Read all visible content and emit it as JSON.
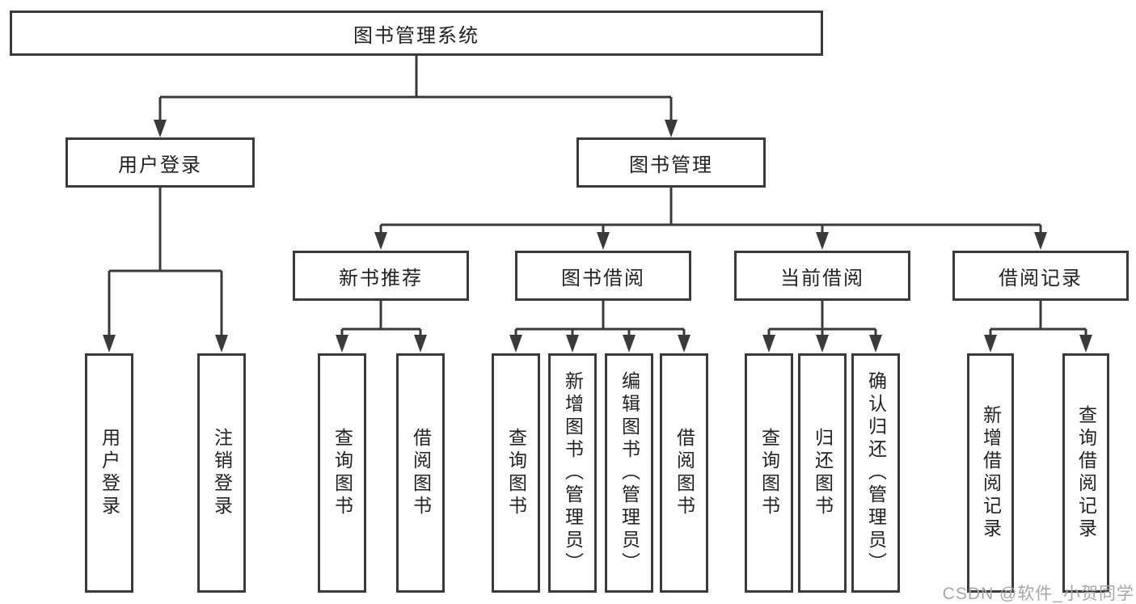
{
  "title": "图书管理系统",
  "level2": {
    "user_login": "用户登录",
    "book_management": "图书管理"
  },
  "level3": {
    "new_book_recommend": "新书推荐",
    "book_borrow": "图书借阅",
    "current_borrow": "当前借阅",
    "borrow_record": "借阅记录"
  },
  "leaves": {
    "user_login_children": [
      "用户登录",
      "注销登录"
    ],
    "new_book_children": [
      "查询图书",
      "借阅图书"
    ],
    "book_borrow_children": [
      "查询图书",
      "新增图书（管理员）",
      "编辑图书（管理员）",
      "借阅图书"
    ],
    "current_borrow_children": [
      "查询图书",
      "归还图书",
      "确认归还（管理员）"
    ],
    "borrow_record_children": [
      "新增借阅记录",
      "查询借阅记录"
    ]
  },
  "watermark": "CSDN @软件_小贺同学",
  "colors": {
    "line": "#3a3a3a",
    "text": "#222222",
    "background": "#ffffff",
    "watermark": "#a6a6aa"
  }
}
